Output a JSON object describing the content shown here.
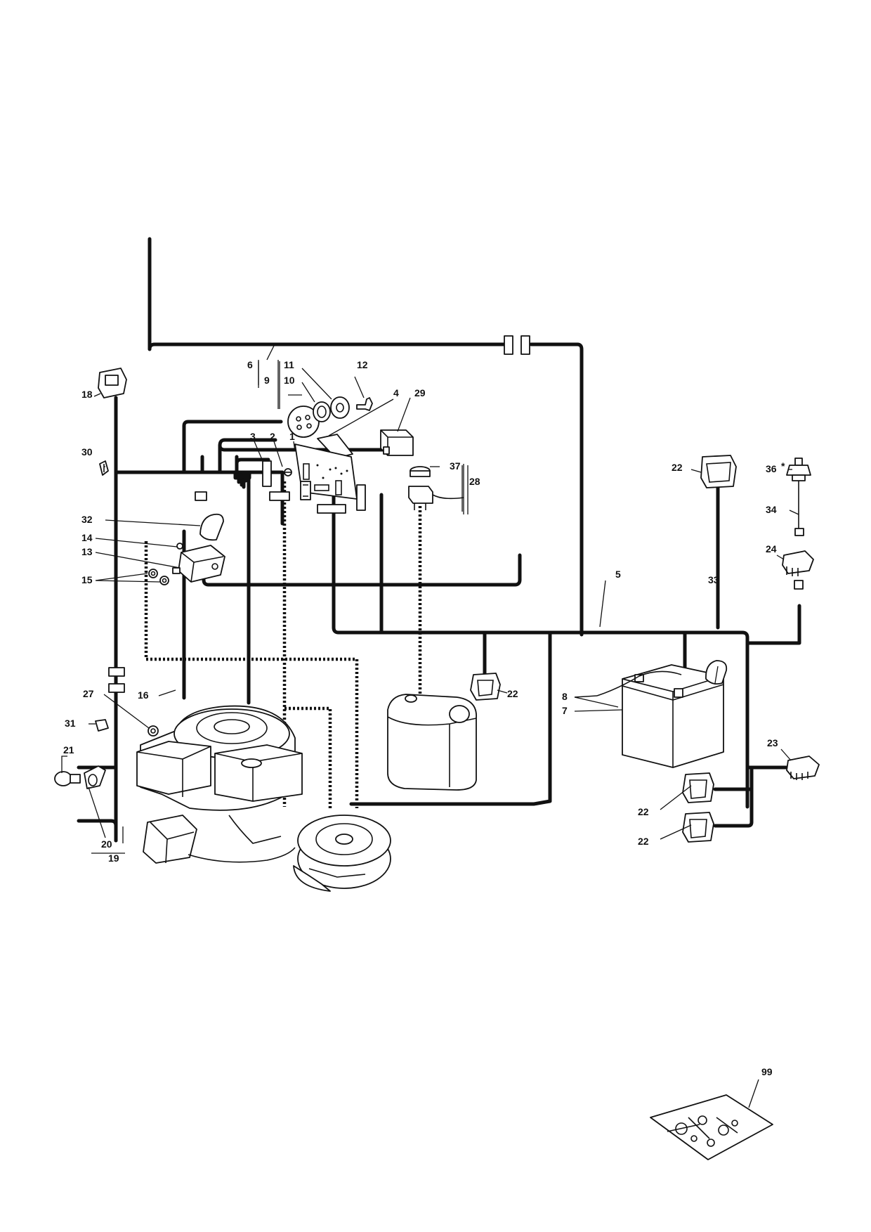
{
  "callouts": {
    "c1": "1",
    "c2": "2",
    "c3": "3",
    "c4": "4",
    "c5": "5",
    "c6": "6",
    "c7": "7",
    "c8": "8",
    "c9": "9",
    "c10": "10",
    "c11": "11",
    "c12": "12",
    "c13": "13",
    "c14": "14",
    "c15": "15",
    "c16": "16",
    "c18": "18",
    "c19": "19",
    "c20": "20",
    "c21": "21",
    "c22a": "22",
    "c22b": "22",
    "c22c": "22",
    "c22d": "22",
    "c23": "23",
    "c24": "24",
    "c27": "27",
    "c28": "28",
    "c29": "29",
    "c30": "30",
    "c31": "31",
    "c32": "32",
    "c33": "33",
    "c34": "34",
    "c36": "36",
    "c37": "37",
    "c99": "99"
  },
  "icons": [
    "switch",
    "relay",
    "battery",
    "fuel-tank",
    "engine",
    "clutch",
    "fuse",
    "ignition-key",
    "circuit-board",
    "sensor",
    "parts-bag"
  ]
}
